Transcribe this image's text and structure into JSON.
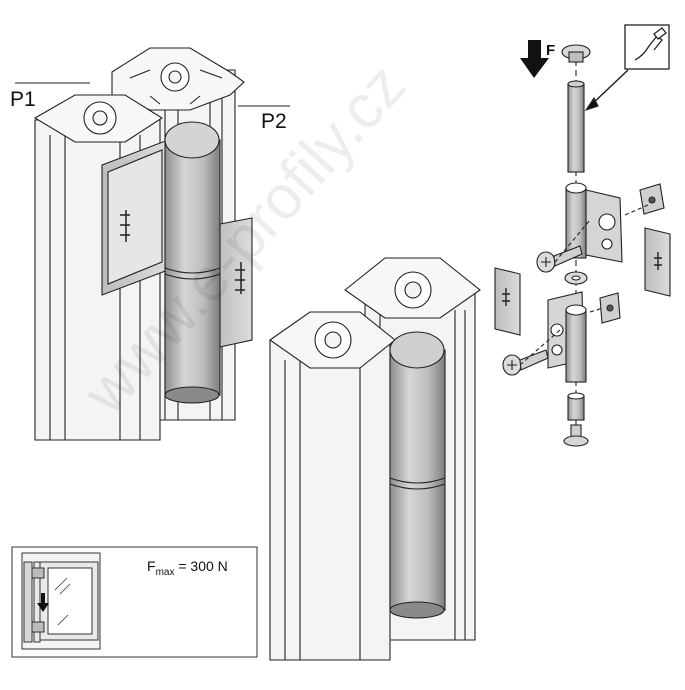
{
  "labels": {
    "p1": "P1",
    "p2": "P2",
    "force": "F"
  },
  "inset": {
    "force_label": "F",
    "force_subscript": "max",
    "force_value": "= 300 N"
  },
  "watermark": "www.e-profily.cz",
  "colors": {
    "outline": "#222222",
    "profile_fill": "#f3f3f3",
    "hinge_fill": "#c8c8c8",
    "hinge_dark": "#9a9a9a",
    "plate_fill": "#d0d0d0",
    "arrow": "#111111"
  },
  "icons": {
    "lubrication": "oil-can-icon",
    "force_arrow": "arrow-down-icon"
  }
}
